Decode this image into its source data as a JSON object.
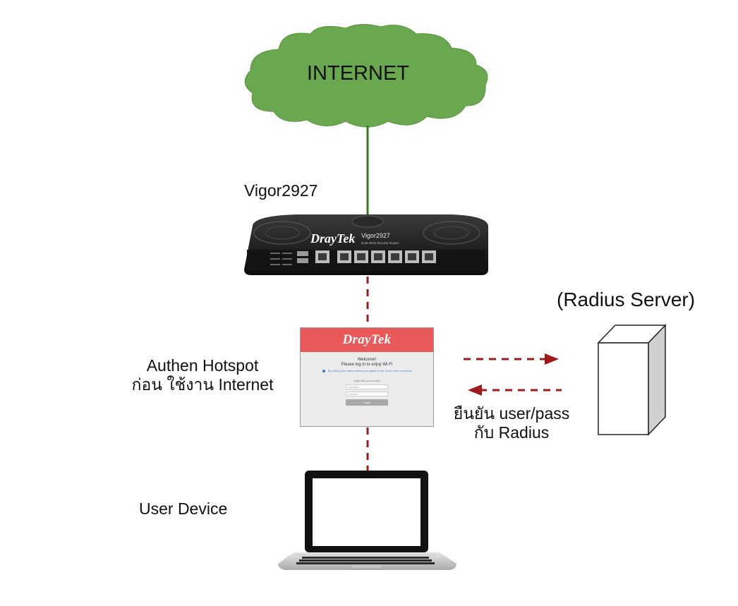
{
  "cloud": {
    "label": "INTERNET",
    "color": "#6aa84f"
  },
  "router": {
    "model_label": "Vigor2927",
    "brand": "DrayTek",
    "model_text": "Vigor2927",
    "tagline": "Dual-WAN Security Router"
  },
  "hotspot": {
    "label_line1": "Authen Hotspot",
    "label_line2": "ก่อน ใช้งาน Internet",
    "portal": {
      "brand": "DrayTek",
      "welcome": "Welcome!",
      "subtitle": "Please log in to enjoy Wi-Fi",
      "agree_text": "By clicking the button below you agree to the Terms and Conditions",
      "form_hint": "Login with your account",
      "username_placeholder": "Username",
      "password_placeholder": "Password",
      "login_button": "Login",
      "header_color": "#ea5959"
    }
  },
  "radius": {
    "label": "(Radius Server)",
    "verify_line1": "ยืนยัน user/pass",
    "verify_line2": "กับ Radius"
  },
  "device": {
    "label": "User Device"
  },
  "colors": {
    "dashed_link": "#9e1b1b",
    "internet_link": "#38761d"
  }
}
